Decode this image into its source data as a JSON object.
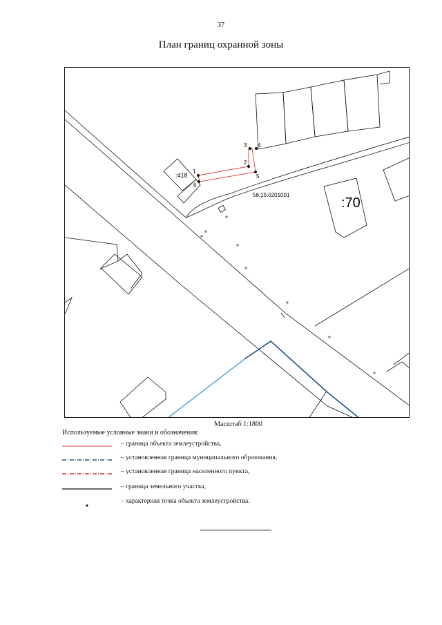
{
  "page": {
    "number": "37",
    "title": "План границ охранной зоны"
  },
  "map": {
    "labels": {
      "parcel_418": ":418",
      "parcel_70": ":70",
      "quarter": "56:15:0201001"
    },
    "points": [
      "1",
      "2",
      "3",
      "4",
      "5",
      "6"
    ],
    "colors": {
      "object_boundary": "#e53935",
      "municipal_boundary": "#1f4e8c",
      "settlement_boundary": "#c62828",
      "land_parcel": "#111111",
      "light_boundary": "#5aa9e6"
    }
  },
  "scale": "Масштаб 1:1800",
  "legend": {
    "title": "Используемые условные знаки и обозначения:",
    "items": [
      {
        "symbol": "red-line",
        "text": "– граница объекта землеустройства,"
      },
      {
        "symbol": "blue-dash-dot-line",
        "text": "– установленная граница муниципального образования,"
      },
      {
        "symbol": "red-dash-dot-line",
        "text": "– установленная граница населенного пункта,"
      },
      {
        "symbol": "black-line",
        "text": "– граница земельного участка,"
      },
      {
        "symbol": "point",
        "text": "– характерная точка объекта землеустройства."
      }
    ]
  }
}
